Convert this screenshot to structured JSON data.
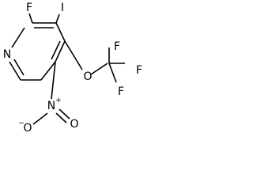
{
  "molecule": {
    "atoms": {
      "ring_n": "N",
      "f_ring": "F",
      "iodine": "I",
      "ether_o": "O",
      "cf3_f_top": "F",
      "cf3_f_right": "F",
      "cf3_f_bottom": "F",
      "nitro_n": "N",
      "nitro_n_charge": "+",
      "nitro_o_left": "O",
      "nitro_o_left_charge": "−",
      "nitro_o_right": "O"
    },
    "colors": {
      "bond": "#000000",
      "label": "#000000",
      "background": "#ffffff"
    }
  }
}
